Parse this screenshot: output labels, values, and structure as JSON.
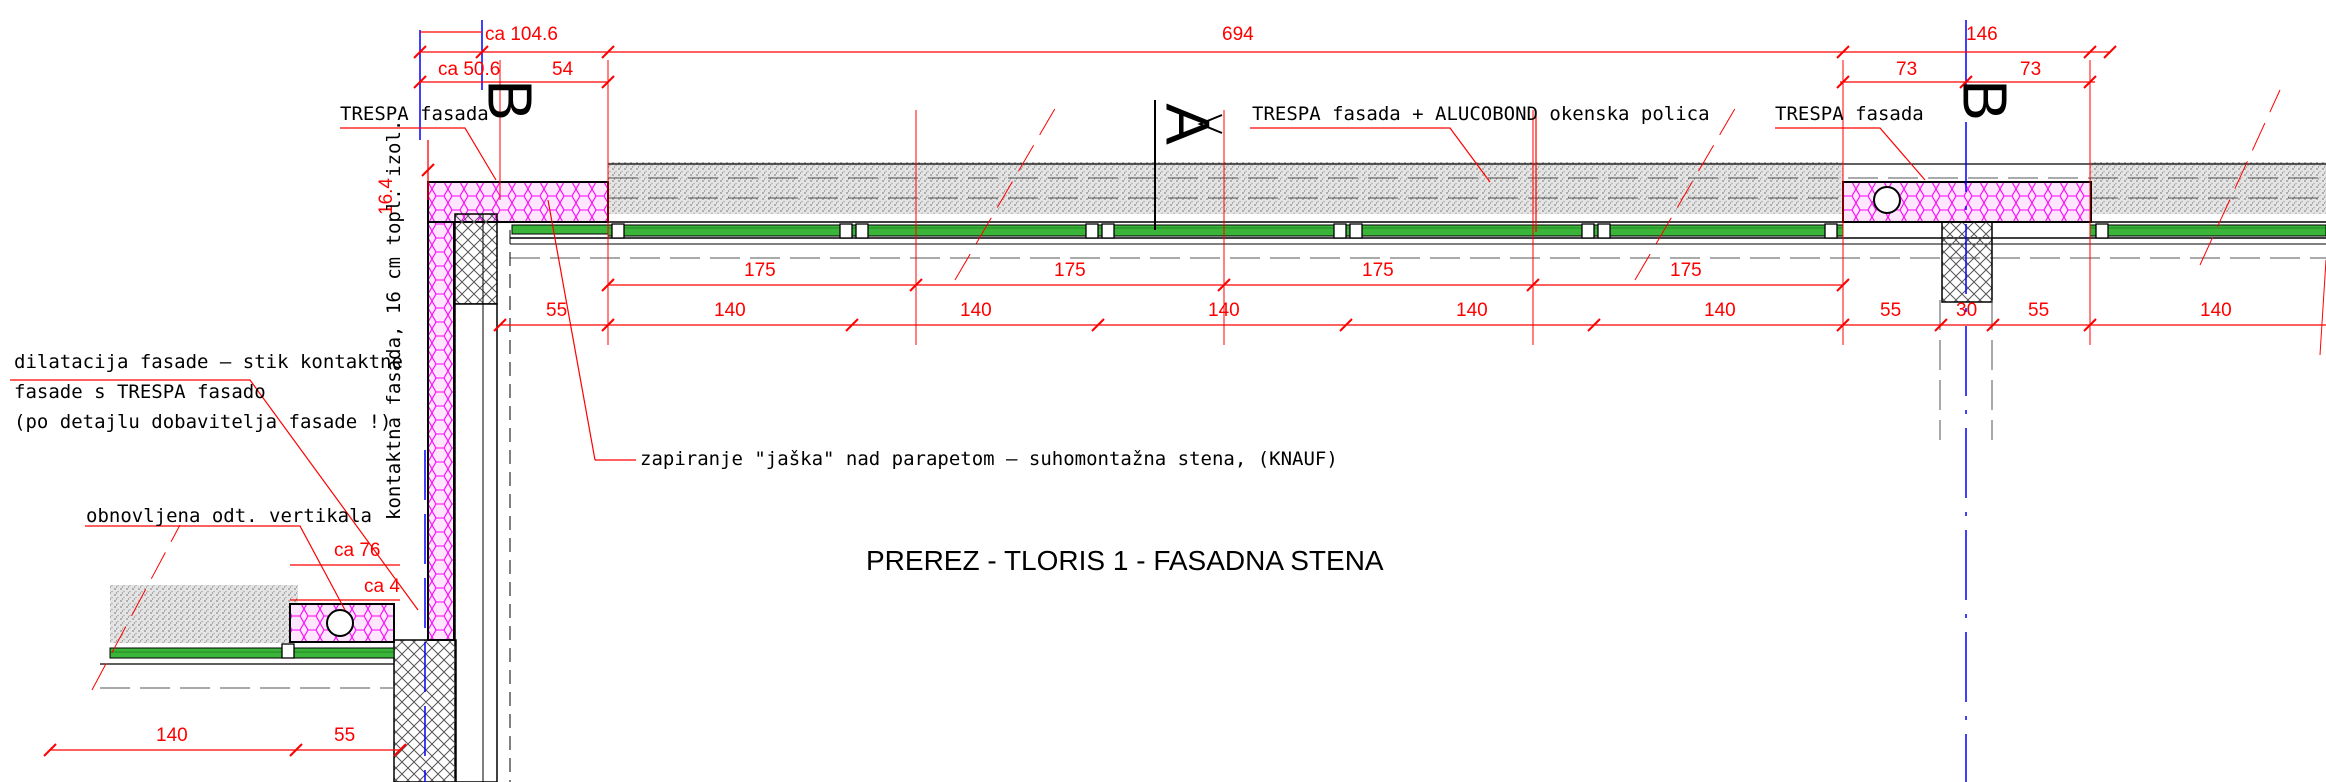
{
  "title": "PREREZ - TLORIS 1 - FASADNA STENA",
  "section_marks": [
    "B",
    "A",
    "B"
  ],
  "labels": {
    "trespa_left": "TRESPA fasada",
    "trespa_alucobond": "TRESPA fasada + ALUCOBOND okenska polica",
    "trespa_right": "TRESPA fasada",
    "kontaktna": "kontaktna fasada, 16 cm topl. izol.",
    "dilatacija_1": "dilatacija fasade – stik kontaktne",
    "dilatacija_2": "fasade s TRESPA fasado",
    "dilatacija_3": "(po detajlu dobavitelja fasade !)",
    "obnovljena": "obnovljena odt. vertikala",
    "zapiranje": "zapiranje \"jaška\" nad parapetom – suhomontažna stena, (KNAUF)"
  },
  "dimensions": {
    "top": {
      "ca104": "ca 104.6",
      "ca50": "ca 50.6",
      "d54": "54",
      "d694": "694",
      "d146": "146",
      "d73a": "73",
      "d73b": "73"
    },
    "row175": [
      "175",
      "175",
      "175",
      "175"
    ],
    "row140": {
      "d55a": "55",
      "a": "140",
      "b": "140",
      "c": "140",
      "d": "140",
      "e": "140",
      "d55b": "55",
      "d30": "30",
      "d55c": "55",
      "f": "140"
    },
    "vertical": "16.4",
    "left": {
      "ca76": "ca 76",
      "ca4": "ca 4",
      "d140": "140",
      "d55": "55"
    }
  },
  "colors": {
    "dimension": "#ff0000",
    "insulation": "#ff00ff",
    "green_panel": "#22aa22",
    "axis": "#0000ff",
    "hatch": "#555555"
  }
}
